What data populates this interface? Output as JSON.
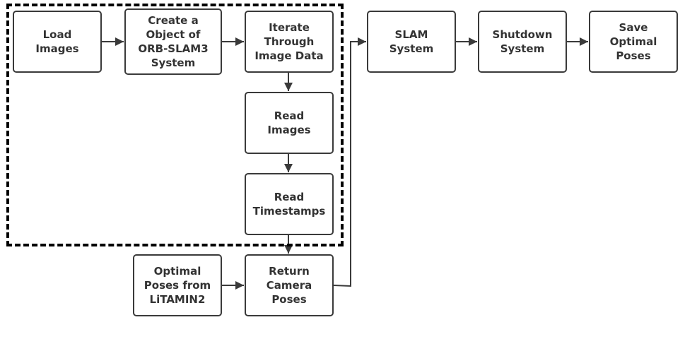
{
  "nodes": {
    "load_images": "Load\nImages",
    "create_object": "Create a\nObject of\nORB-SLAM3\nSystem",
    "iterate": "Iterate\nThrough\nImage Data",
    "read_images": "Read\nImages",
    "read_timestamps": "Read\nTimestamps",
    "return_poses": "Return\nCamera\nPoses",
    "optimal_litamin": "Optimal\nPoses from\nLiTAMIN2",
    "slam_system": "SLAM\nSystem",
    "shutdown": "Shutdown\nSystem",
    "save_poses": "Save\nOptimal\nPoses"
  },
  "colors": {
    "stroke": "#3a3a3a",
    "text": "#333333",
    "dash": "#000000",
    "background": "#ffffff"
  }
}
